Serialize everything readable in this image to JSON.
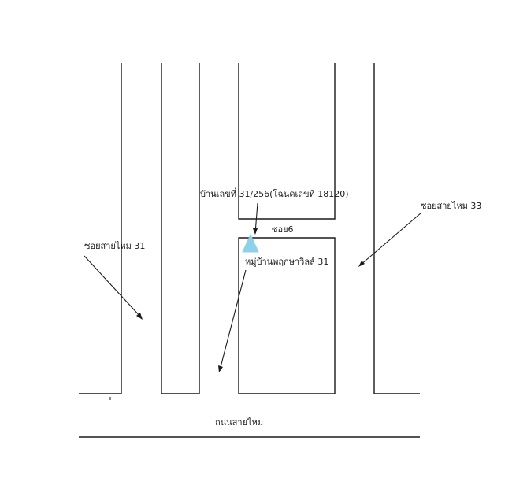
{
  "labels": {
    "house_number": "บ้านเลขที่ 31/256(โฉนดเลขที่ 18120)",
    "soi_6": "ซอย6",
    "village": "หมู่บ้านพฤกษาวิลล์ 31",
    "soi_sai_mai_31": "ซอยสายไหม 31",
    "soi_sai_mai_33": "ซอยสายไหม 33",
    "main_road": "ถนนสายไหม"
  },
  "icons": {
    "location_marker": "triangle-marker-icon"
  },
  "colors": {
    "line": "#1a1a1a",
    "marker": "#8fd0ea",
    "background": "#ffffff"
  }
}
